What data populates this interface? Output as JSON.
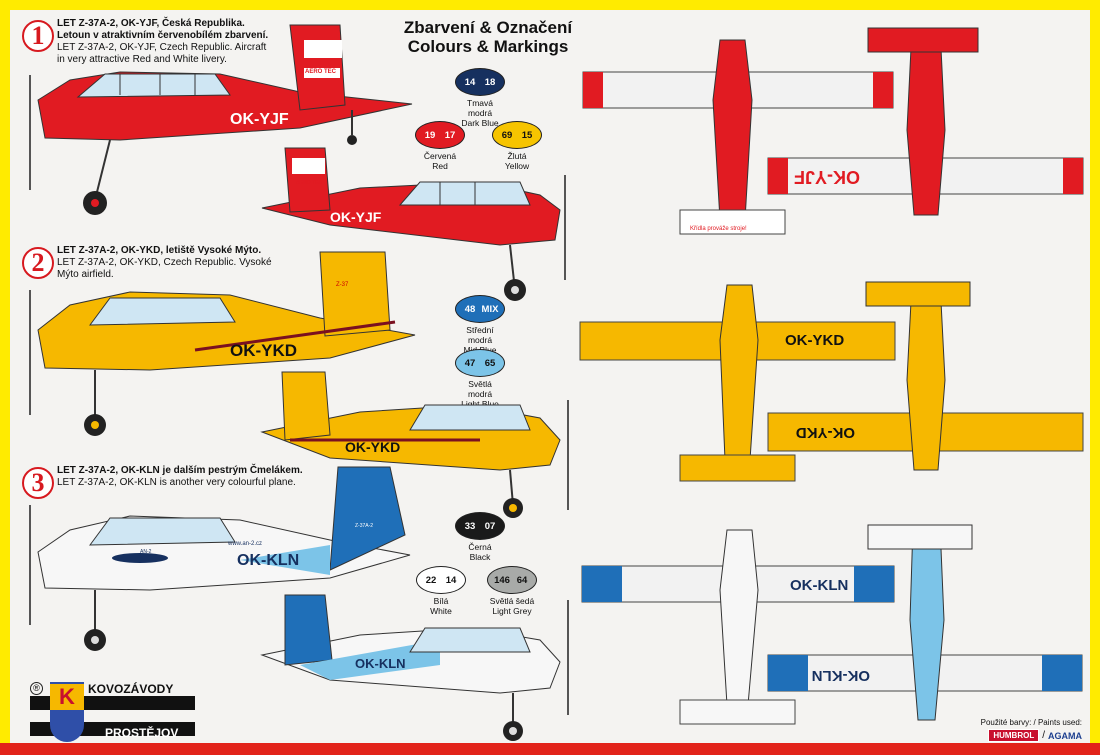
{
  "heading": {
    "line1": "Zbarvení & Označení",
    "line2": "Colours & Markings"
  },
  "schemes": [
    {
      "num": "1",
      "cz_bold": "LET Z-37A-2, OK-YJF, Česká Republika.",
      "cz_bold2": "Letoun v atraktivním červenobílém zbarvení.",
      "en1": "LET Z-37A-2, OK-YJF, Czech Republic. Aircraft",
      "en2": "in very attractive Red and White livery.",
      "reg": "OK-YJF"
    },
    {
      "num": "2",
      "cz_bold": "LET Z-37A-2, OK-YKD, letiště Vysoké Mýto.",
      "en1": "LET Z-37A-2, OK-YKD, Czech Republic. Vysoké",
      "en2": "Mýto airfield.",
      "reg": "OK-YKD"
    },
    {
      "num": "3",
      "cz_bold": "LET Z-37A-2, OK-KLN je dalším pestrým Čmelákem.",
      "en1": "LET Z-37A-2, OK-KLN is another very colourful plane.",
      "reg": "OK-KLN"
    }
  ],
  "swatches": [
    {
      "a": "14",
      "b": "18",
      "cz": "Tmavá modrá",
      "en": "Dark Blue",
      "color": "#16305f",
      "text": "#ffffff"
    },
    {
      "a": "19",
      "b": "17",
      "cz": "Červená",
      "en": "Red",
      "color": "#e11b22",
      "text": "#ffffff"
    },
    {
      "a": "69",
      "b": "15",
      "cz": "Žlutá",
      "en": "Yellow",
      "color": "#f6c400",
      "text": "#111111"
    },
    {
      "a": "48",
      "b": "MIX",
      "cz": "Střední modrá",
      "en": "Mid Blue",
      "color": "#1f6fb8",
      "text": "#ffffff"
    },
    {
      "a": "47",
      "b": "65",
      "cz": "Světlá modrá",
      "en": "Light Blue",
      "color": "#7cc4e8",
      "text": "#111111"
    },
    {
      "a": "33",
      "b": "07",
      "cz": "Černá",
      "en": "Black",
      "color": "#1a1a1a",
      "text": "#ffffff"
    },
    {
      "a": "22",
      "b": "14",
      "cz": "Bílá",
      "en": "White",
      "color": "#ffffff",
      "text": "#111111"
    },
    {
      "a": "146",
      "b": "64",
      "cz": "Světlá šedá",
      "en": "Light Grey",
      "color": "#a8aaa8",
      "text": "#111111"
    }
  ],
  "markings": {
    "aero_tec": "AERO TEC",
    "wing_walk": "Křídla prováže stroje!",
    "tail_code": "Z-37A-2",
    "web": "www.an-2.cz",
    "an2": "AN-2",
    "z37": "Z-37"
  },
  "company": {
    "line1": "KOVOZÁVODY",
    "line2": "PROSTĚJOV",
    "badge": "K",
    "reg_mark": "®"
  },
  "paints": {
    "label": "Použité barvy: / Paints used:",
    "humbrol": "HUMBROL",
    "agama": "AGAMA"
  },
  "colors": {
    "red": "#e11b22",
    "yellow": "#f6b800",
    "dark_blue": "#16305f",
    "mid_blue": "#1f6fb8",
    "light_blue": "#7cc4e8",
    "grey": "#a8aaa8",
    "frame_yellow": "#ffeb00"
  }
}
